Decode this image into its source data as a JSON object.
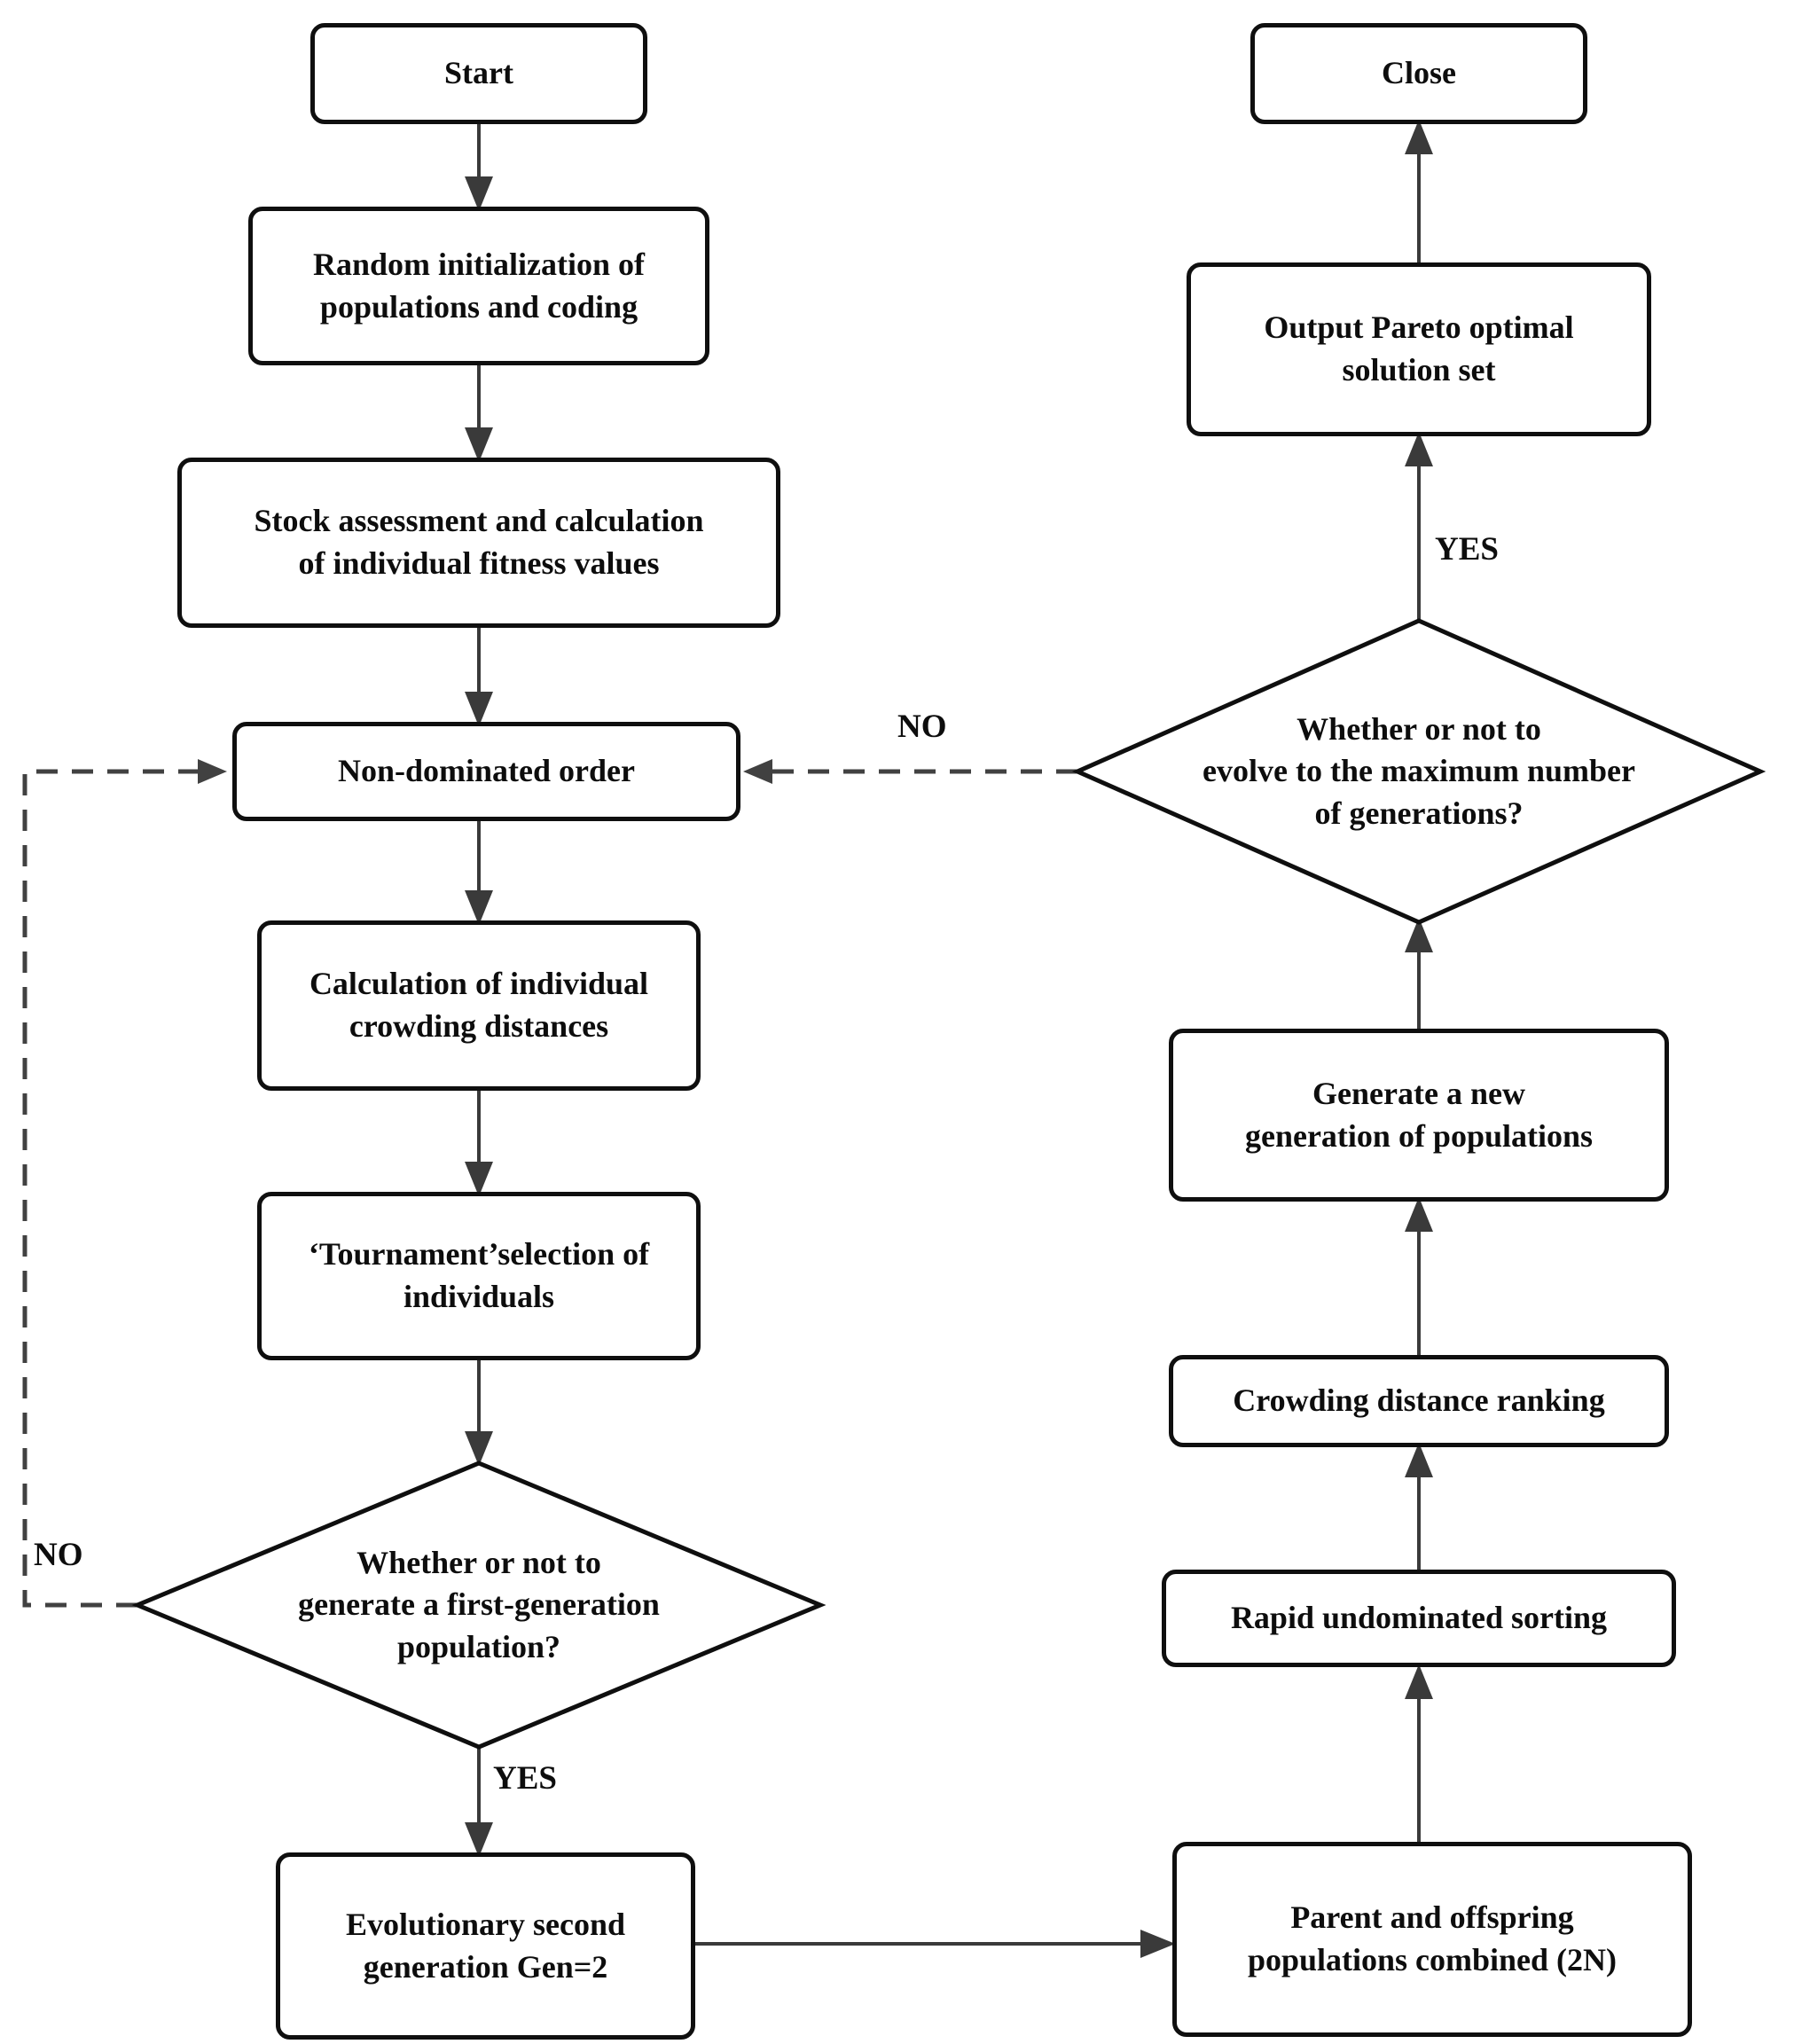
{
  "diagram": {
    "kind": "flowchart",
    "colors": {
      "box_border": "#0f0f0f",
      "connector": "#3a3a3a",
      "text": "#0d0d0d",
      "background": "#ffffff"
    },
    "nodes": {
      "start": {
        "lines": [
          "Start"
        ]
      },
      "random_init": {
        "lines": [
          "Random initialization of",
          "populations and coding"
        ]
      },
      "stock_assessment": {
        "lines": [
          "Stock assessment and calculation",
          "of individual fitness values"
        ]
      },
      "non_dominated_order": {
        "lines": [
          "Non-dominated order"
        ]
      },
      "crowding_distance_calc": {
        "lines": [
          "Calculation of individual",
          "crowding distances"
        ]
      },
      "tournament_selection": {
        "lines": [
          "‘Tournament’selection of",
          "individuals"
        ]
      },
      "first_generation_decision": {
        "lines": [
          "Whether or not to",
          "generate a first-generation",
          "population?"
        ]
      },
      "evolutionary_second_generation": {
        "lines": [
          "Evolutionary second",
          "generation Gen=2"
        ]
      },
      "parent_offspring_combined": {
        "lines": [
          "Parent and offspring",
          "populations combined (2N)"
        ]
      },
      "rapid_undominated_sorting": {
        "lines": [
          "Rapid undominated sorting"
        ]
      },
      "crowding_distance_ranking": {
        "lines": [
          "Crowding distance ranking"
        ]
      },
      "generate_new_generation": {
        "lines": [
          "Generate a new",
          "generation of populations"
        ]
      },
      "max_generations_decision": {
        "lines": [
          "Whether or not to",
          "evolve to the maximum number",
          "of generations?"
        ]
      },
      "output_pareto": {
        "lines": [
          "Output Pareto optimal",
          "solution set"
        ]
      },
      "close": {
        "lines": [
          "Close"
        ]
      }
    },
    "edge_labels": {
      "first_generation_yes": "YES",
      "first_generation_no": "NO",
      "max_generations_yes": "YES",
      "max_generations_no": "NO"
    },
    "edges": [
      {
        "from": "start",
        "to": "random_init",
        "style": "solid"
      },
      {
        "from": "random_init",
        "to": "stock_assessment",
        "style": "solid"
      },
      {
        "from": "stock_assessment",
        "to": "non_dominated_order",
        "style": "solid"
      },
      {
        "from": "non_dominated_order",
        "to": "crowding_distance_calc",
        "style": "solid"
      },
      {
        "from": "crowding_distance_calc",
        "to": "tournament_selection",
        "style": "solid"
      },
      {
        "from": "tournament_selection",
        "to": "first_generation_decision",
        "style": "solid"
      },
      {
        "from": "first_generation_decision",
        "to": "evolutionary_second_generation",
        "style": "solid",
        "label": "YES"
      },
      {
        "from": "first_generation_decision",
        "to": "non_dominated_order",
        "style": "dashed",
        "label": "NO"
      },
      {
        "from": "evolutionary_second_generation",
        "to": "parent_offspring_combined",
        "style": "solid"
      },
      {
        "from": "parent_offspring_combined",
        "to": "rapid_undominated_sorting",
        "style": "solid"
      },
      {
        "from": "rapid_undominated_sorting",
        "to": "crowding_distance_ranking",
        "style": "solid"
      },
      {
        "from": "crowding_distance_ranking",
        "to": "generate_new_generation",
        "style": "solid"
      },
      {
        "from": "generate_new_generation",
        "to": "max_generations_decision",
        "style": "solid"
      },
      {
        "from": "max_generations_decision",
        "to": "output_pareto",
        "style": "solid",
        "label": "YES"
      },
      {
        "from": "max_generations_decision",
        "to": "non_dominated_order",
        "style": "dashed",
        "label": "NO"
      },
      {
        "from": "output_pareto",
        "to": "close",
        "style": "solid"
      }
    ]
  }
}
